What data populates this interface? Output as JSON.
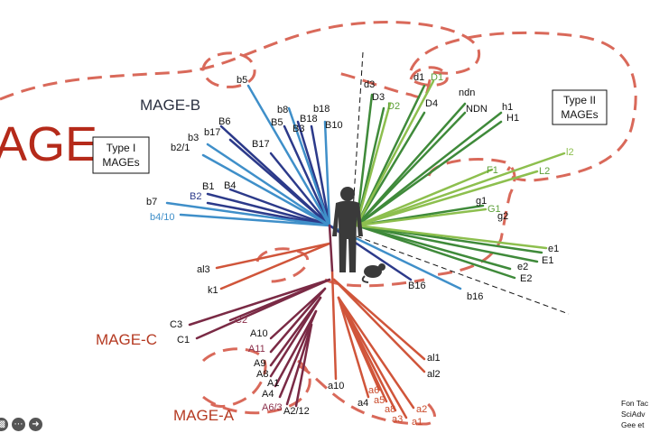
{
  "title_fragment": "AGE",
  "families": {
    "mage_b": "MAGE-B",
    "mage_c": "MAGE-C",
    "mage_a": "MAGE-A"
  },
  "boxes": {
    "type1": [
      "Type I",
      "MAGEs"
    ],
    "type2": [
      "Type II",
      "MAGEs"
    ]
  },
  "labels": {
    "b5": "b5",
    "b6": "B6",
    "b8": "b8",
    "b18": "b18",
    "B5": "B5",
    "B18": "B18",
    "B3": "B3",
    "B10": "B10",
    "b17": "b17",
    "b3": "b3",
    "b2_1": "b2/1",
    "B17": "B17",
    "B1": "B1",
    "B4": "B4",
    "B2": "B2",
    "b7": "b7",
    "b4_10": "b4/10",
    "d3": "d3",
    "D3": "D3",
    "D2": "D2",
    "d1": "d1",
    "D1": "D1",
    "D4": "D4",
    "ndn": "ndn",
    "NDN": "NDN",
    "h1": "h1",
    "H1": "H1",
    "F1": "F1",
    "L2": "L2",
    "l2": "l2",
    "g1": "g1",
    "G1": "G1",
    "g2": "g2",
    "e1": "e1",
    "E1": "E1",
    "e2": "e2",
    "E2": "E2",
    "B16": "B16",
    "b16": "b16",
    "al3": "al3",
    "k1": "k1",
    "C3": "C3",
    "C2": "C2",
    "C1": "C1",
    "A10": "A10",
    "A11": "A11",
    "A9": "A9",
    "A8": "A8",
    "A1": "A1",
    "A4": "A4",
    "A6_3": "A6/3",
    "A2_12": "A2/12",
    "a10": "a10",
    "al1": "al1",
    "al2": "al2",
    "a4": "a4",
    "a6": "a6",
    "a5": "a5",
    "a8": "a8",
    "a3": "a3",
    "a2": "a2",
    "a1": "a1"
  },
  "reference": [
    "Fon Tac",
    "SciAdv",
    "Gee et"
  ],
  "colors": {
    "dashed_outline": "#d9695a",
    "navy": "#2c3a8a",
    "blue": "#3f8fc9",
    "green": "#3f8a3a",
    "light_green": "#8dbf4e",
    "red": "#d0553a",
    "maroon": "#7a2a45"
  },
  "controls": {
    "captions": "cc-icon",
    "more": "more-icon",
    "next": "arrow-right-icon"
  }
}
